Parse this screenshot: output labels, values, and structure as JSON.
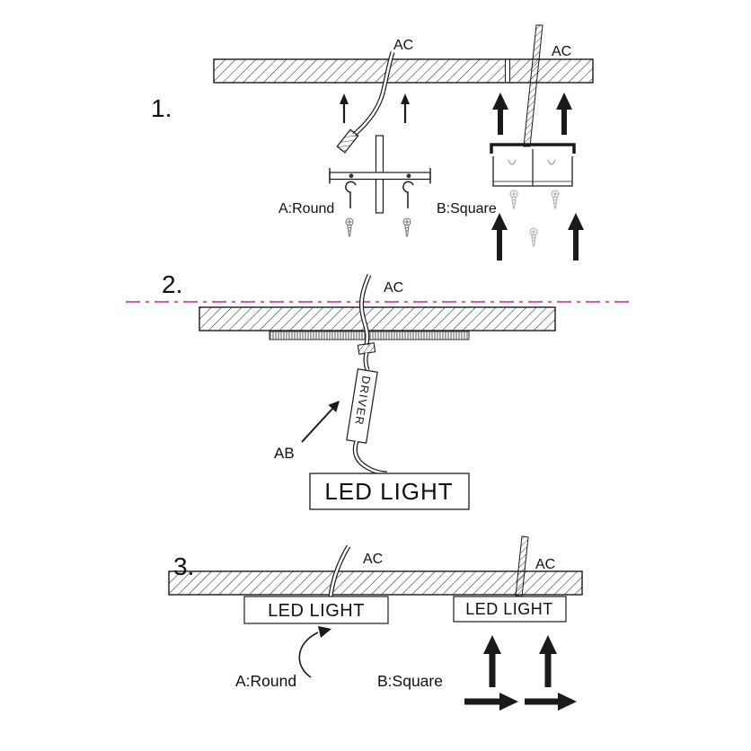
{
  "colors": {
    "ink": "#1a1a1a",
    "magenta": "#e0218a",
    "gray": "#999999"
  },
  "step1": {
    "number": "1.",
    "ac_round": "AC",
    "ac_square": "AC",
    "round_label": "A:Round",
    "square_label": "B:Square"
  },
  "step2": {
    "number": "2.",
    "ac": "AC",
    "ab_label": "AB",
    "driver_label": "DRIVER",
    "led_light": "LED LIGHT"
  },
  "step3": {
    "number": "3.",
    "ac_round": "AC",
    "ac_square": "AC",
    "led_round": "LED LIGHT",
    "led_square": "LED LIGHT",
    "round_label": "A:Round",
    "square_label": "B:Square"
  }
}
